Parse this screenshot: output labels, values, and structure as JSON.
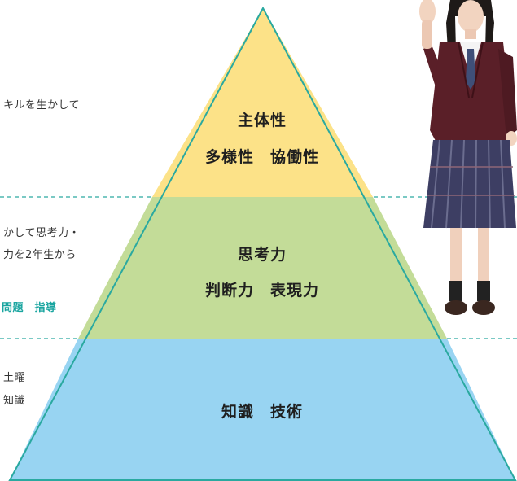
{
  "left_text": {
    "row1_line1": "キルを生かして",
    "row2_line1": "かして思考力・",
    "row2_line2": "力を2年生から",
    "row2_accent": "問題　指導",
    "row3_line1": "土曜",
    "row3_line2": "知識"
  },
  "pyramid": {
    "top": {
      "line1": "主体性",
      "line2": "多様性　協働性"
    },
    "middle": {
      "line1": "思考力",
      "line2": "判断力　表現力"
    },
    "bottom": {
      "line1": "知識　技術"
    }
  },
  "colors": {
    "top_fill": "#fce288",
    "middle_fill": "#c3dc98",
    "bottom_fill": "#98d4f2",
    "outline": "#2aa9a0",
    "divider": "#2aa9a0",
    "accent_text": "#1aa5a0"
  },
  "icons": {
    "student": "student-photo"
  }
}
